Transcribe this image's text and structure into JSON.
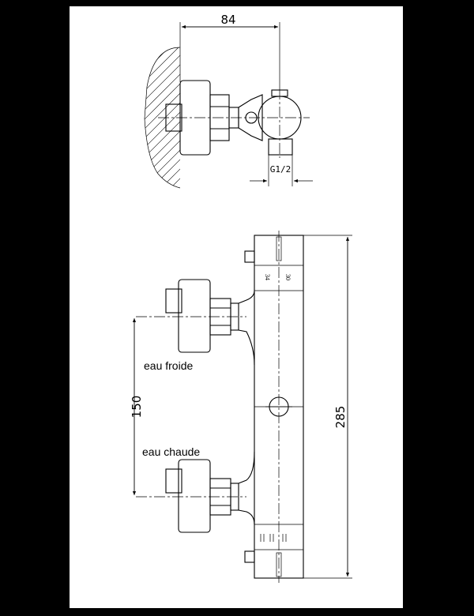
{
  "top_view": {
    "width_dim": "84",
    "thread_label": "G1/2"
  },
  "front_view": {
    "spacing_dim": "150",
    "height_dim": "285",
    "label_cold": "eau froide",
    "label_hot": "eau chaude",
    "scale_a": "34",
    "scale_b": "30"
  }
}
